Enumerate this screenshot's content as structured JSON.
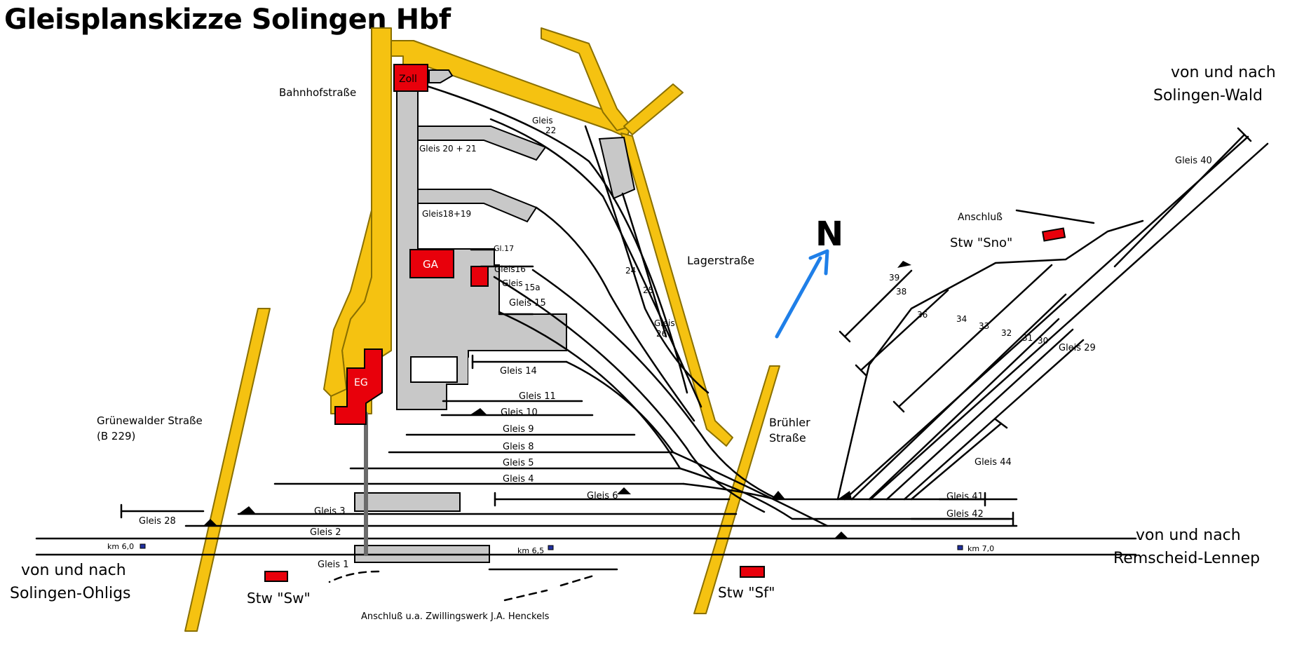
{
  "title": "Gleisplanskizze Solingen Hbf",
  "colors": {
    "road": "#f5c211",
    "road_edge": "#8a7000",
    "track": "#000000",
    "platform": "#c8c8c8",
    "building": "#e8000b",
    "north_arrow": "#1f7fe8"
  },
  "buildings": {
    "zoll": "Zoll",
    "ga": "GA",
    "eg": "EG"
  },
  "streets": {
    "bahnhofstrasse": "Bahnhofstraße",
    "lagerstrasse": "Lagerstraße",
    "bruehler_1": "Brühler",
    "bruehler_2": "Straße",
    "gruenewalder_1": "Grünewalder Straße",
    "gruenewalder_2": "(B 229)"
  },
  "destinations": {
    "wald_1": "von und nach",
    "wald_2": "Solingen-Wald",
    "lennep_1": "von und nach",
    "lennep_2": "Remscheid-Lennep",
    "ohligs_1": "von und nach",
    "ohligs_2": "Solingen-Ohligs"
  },
  "signal_boxes": {
    "sw": "Stw \"Sw\"",
    "sf": "Stw \"Sf\"",
    "sno": "Stw \"Sno\""
  },
  "sidings": {
    "anschluss": "Anschluß",
    "henckels": "Anschluß u.a. Zwillingswerk J.A. Henckels"
  },
  "north": "N",
  "km": {
    "km60": "km 6,0",
    "km65": "km 6,5",
    "km70": "km 7,0"
  },
  "tracks": {
    "g1": "Gleis 1",
    "g2": "Gleis 2",
    "g3": "Gleis 3",
    "g4": "Gleis 4",
    "g5": "Gleis 5",
    "g6": "Gleis 6",
    "g8": "Gleis 8",
    "g9": "Gleis 9",
    "g10": "Gleis 10",
    "g11": "Gleis 11",
    "g14": "Gleis 14",
    "g15": "Gleis 15",
    "g15a_1": "Gleis",
    "g15a_2": "15a",
    "g16": "Gleis16",
    "g17": "Gl.17",
    "g1819": "Gleis18+19",
    "g2021": "Gleis 20 + 21",
    "g22_1": "Gleis",
    "g22_2": "22",
    "g24": "24",
    "g25": "25",
    "g26_1": "Gleis",
    "g26_2": "26",
    "g28": "Gleis 28",
    "g29": "Gleis 29",
    "g30": "30",
    "g31": "31",
    "g32": "32",
    "g33": "33",
    "g34": "34",
    "g36": "36",
    "g38": "38",
    "g39": "39",
    "g40": "Gleis 40",
    "g41": "Gleis 41",
    "g42": "Gleis 42",
    "g44": "Gleis 44"
  }
}
